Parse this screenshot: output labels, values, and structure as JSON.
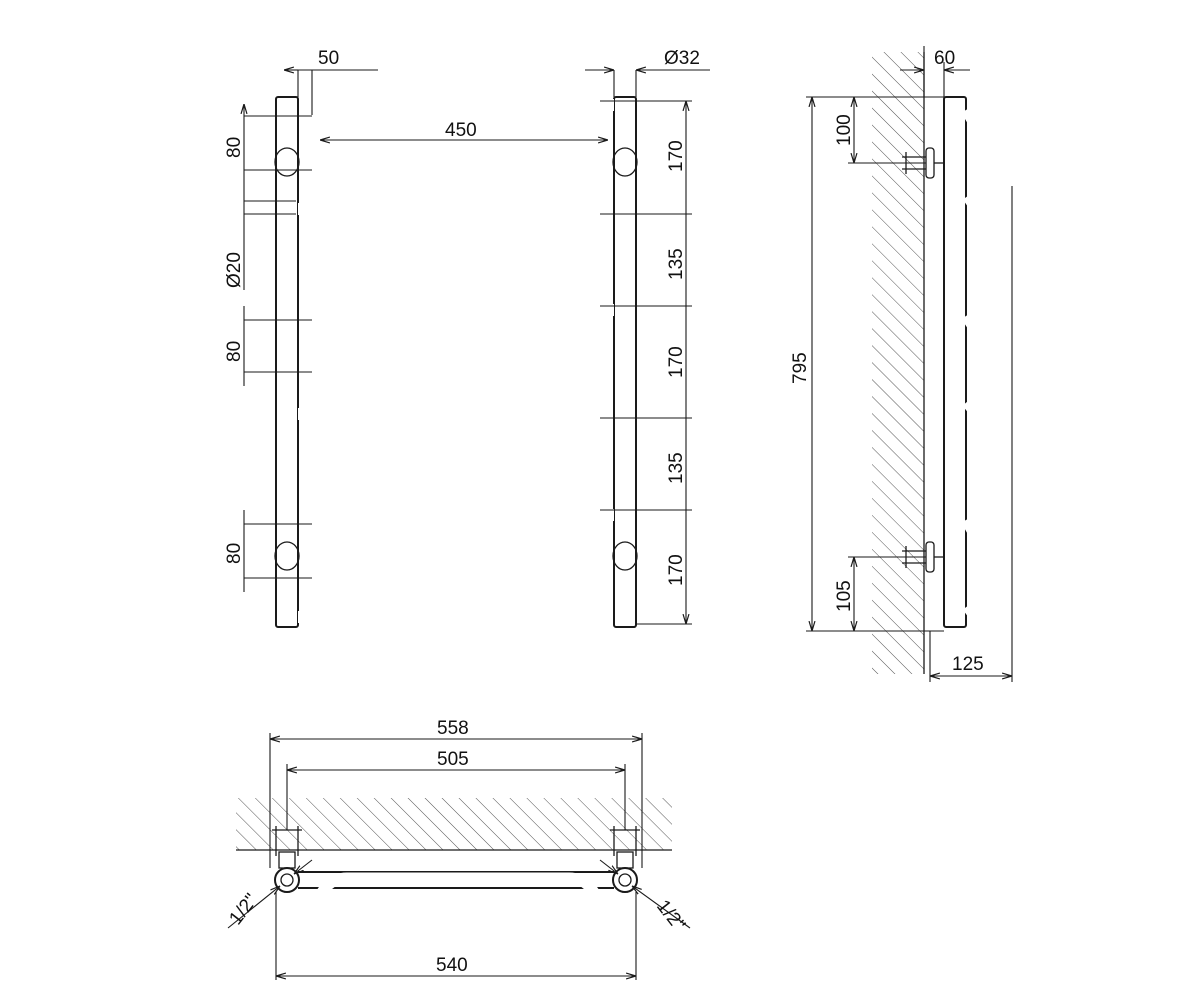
{
  "dimensions": {
    "collector_offset": "50",
    "collector_diameter": "Ø32",
    "wall_gap": "60",
    "coil_length": "450",
    "tube_diameter": "Ø20",
    "coil_height_top": "80",
    "coil_height_mid": "80",
    "coil_height_bot": "80",
    "section_top": "170",
    "gap_top": "135",
    "section_mid": "170",
    "gap_bot": "135",
    "section_bot": "170",
    "total_height": "795",
    "top_mount": "100",
    "bottom_mount": "105",
    "depth": "125",
    "total_width": "558",
    "mount_spacing": "505",
    "collector_width": "540",
    "thread_left": "1/2\"",
    "thread_right": "1/2\""
  },
  "colors": {
    "line": "#1a1a1a",
    "background": "#ffffff"
  }
}
